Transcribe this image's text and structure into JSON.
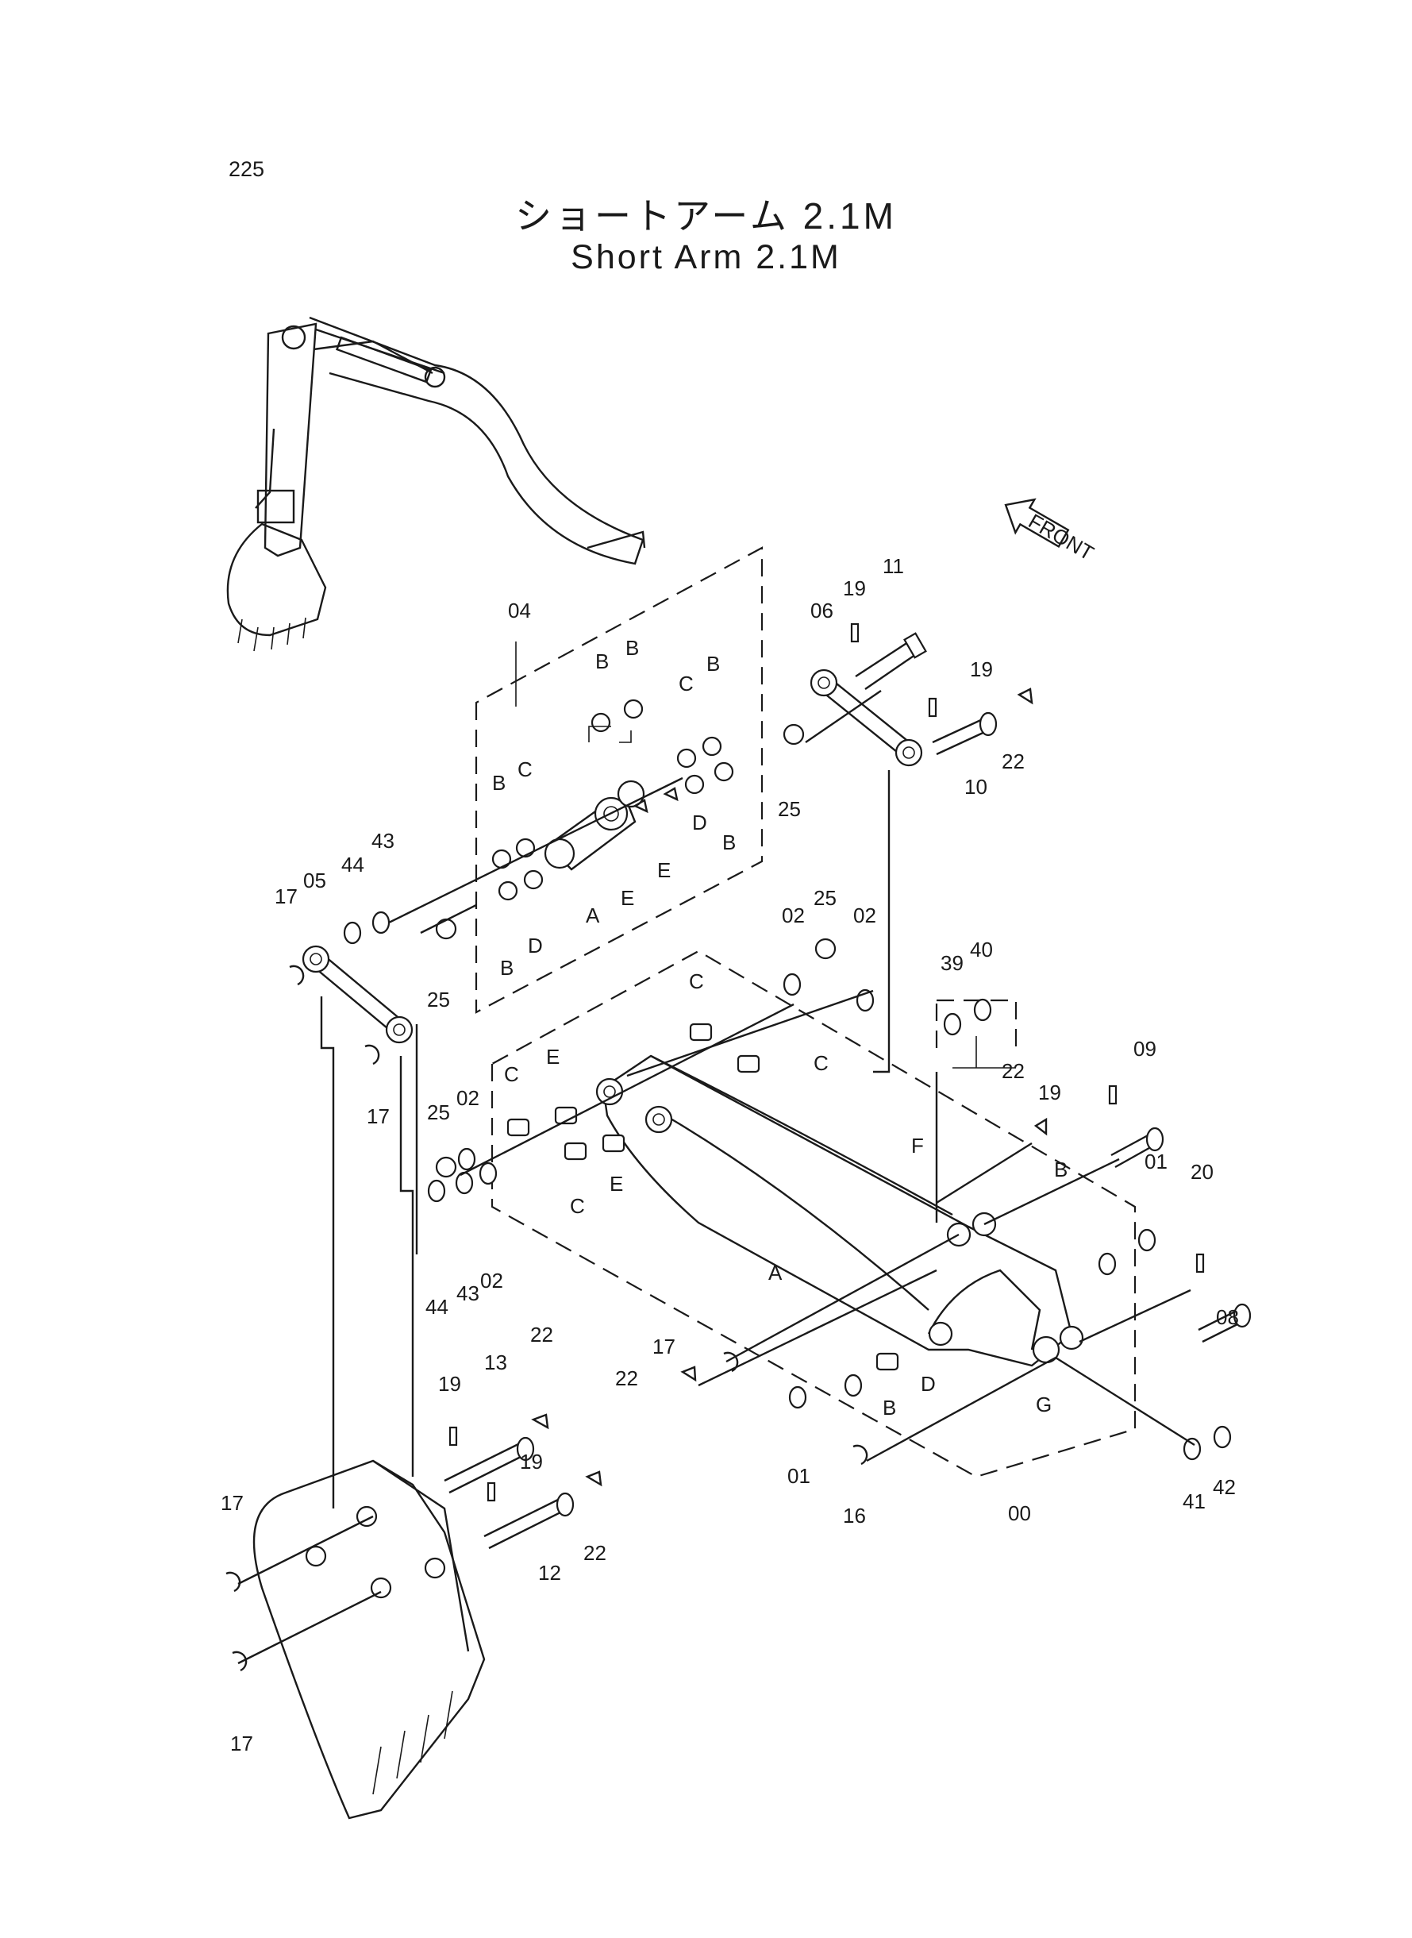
{
  "page_number": "225",
  "title_jp": "ショートアーム 2.1M",
  "title_en": "Short Arm 2.1M",
  "front_label": "FRONT",
  "callouts": {
    "c04": "04",
    "c06": "06",
    "c11": "11",
    "c19a": "19",
    "c19b": "19",
    "c22a": "22",
    "c10": "10",
    "c25a": "25",
    "c05": "05",
    "c17a": "17",
    "c44a": "44",
    "c43a": "43",
    "c25b": "25",
    "c02a": "02",
    "c25c": "25",
    "c02b": "02",
    "c39": "39",
    "c40": "40",
    "c09": "09",
    "c19c": "19",
    "c22b": "22",
    "c01a": "01",
    "c20": "20",
    "c08": "08",
    "c25d": "25",
    "c02c": "02",
    "c44b": "44",
    "c43b": "43",
    "c02d": "02",
    "c17b": "17",
    "c17c": "17",
    "c22c": "22",
    "c01b": "01",
    "c16": "16",
    "c00": "00",
    "c41": "41",
    "c42": "42",
    "c13": "13",
    "c19d": "19",
    "c22d": "22",
    "c19e": "19",
    "c12": "12",
    "c22e": "22",
    "c17d": "17",
    "c17e": "17"
  },
  "letters": {
    "bB1": "B",
    "bB2": "B",
    "bC1": "C",
    "bB3": "B",
    "bB4": "B",
    "bC2": "C",
    "bD1": "D",
    "bE1": "E",
    "bE2": "E",
    "bD2": "D",
    "bA": "A",
    "bB5": "B",
    "bB6": "B",
    "aC1": "C",
    "aC2": "C",
    "aE1": "E",
    "aC3": "C",
    "aE2": "E",
    "aC4": "C",
    "aA": "A",
    "aF": "F",
    "aB": "B",
    "aG": "G",
    "aB2": "B",
    "aD": "D"
  }
}
